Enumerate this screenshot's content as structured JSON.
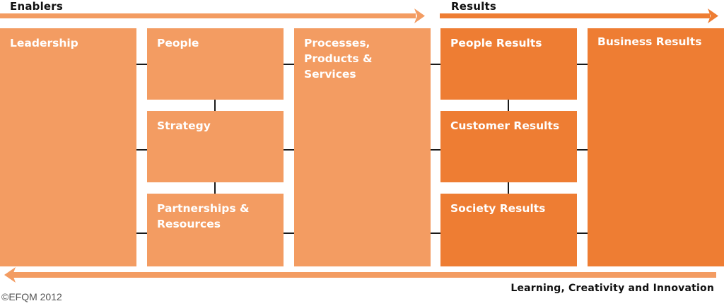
{
  "headers": {
    "enablers": "Enablers",
    "results": "Results",
    "learning": "Learning, Creativity and Innovation"
  },
  "boxes": {
    "leadership": "Leadership",
    "people": "People",
    "strategy": "Strategy",
    "partnerships": "Partnerships & Resources",
    "processes": "Processes, Products & Services",
    "people_results": "People Results",
    "customer_results": "Customer Results",
    "society_results": "Society Results",
    "business_results": "Business Results"
  },
  "copyright": "©EFQM 2012",
  "colors": {
    "enabler": "#f39c62",
    "result": "#ee7d33",
    "connector": "#1a1a1a"
  }
}
